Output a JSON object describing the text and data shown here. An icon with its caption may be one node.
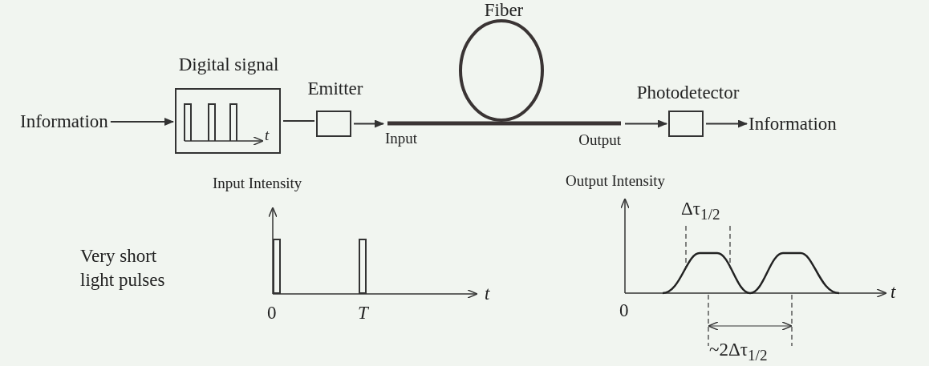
{
  "diagram": {
    "nodes": [
      {
        "text": [
          "Information"
        ]
      },
      {
        "text": [
          "Digital signal",
          "t"
        ]
      },
      {
        "text": [
          "Emitter"
        ]
      },
      {
        "text": [
          "Fiber"
        ],
        "beside": [
          "Input",
          "Output"
        ]
      },
      {
        "text": [
          "Photodetector"
        ]
      },
      {
        "text": [
          "Information"
        ]
      }
    ],
    "edges": [
      {
        "from": 0,
        "to": 1,
        "arrow": "to"
      },
      {
        "from": 1,
        "to": 2,
        "arrow": "none"
      },
      {
        "from": 2,
        "to": 3,
        "arrow": "to"
      },
      {
        "from": 3,
        "to": 4,
        "arrow": "to"
      },
      {
        "from": 4,
        "to": 5,
        "arrow": "to"
      }
    ],
    "labels": [
      "Input Intensity",
      "Output Intensity",
      "Δτ$_{1/2}$",
      "Very short light pulses",
      "0",
      "T",
      "t",
      "0",
      "t",
      "~2Δτ$_{1/2}$"
    ]
  }
}
